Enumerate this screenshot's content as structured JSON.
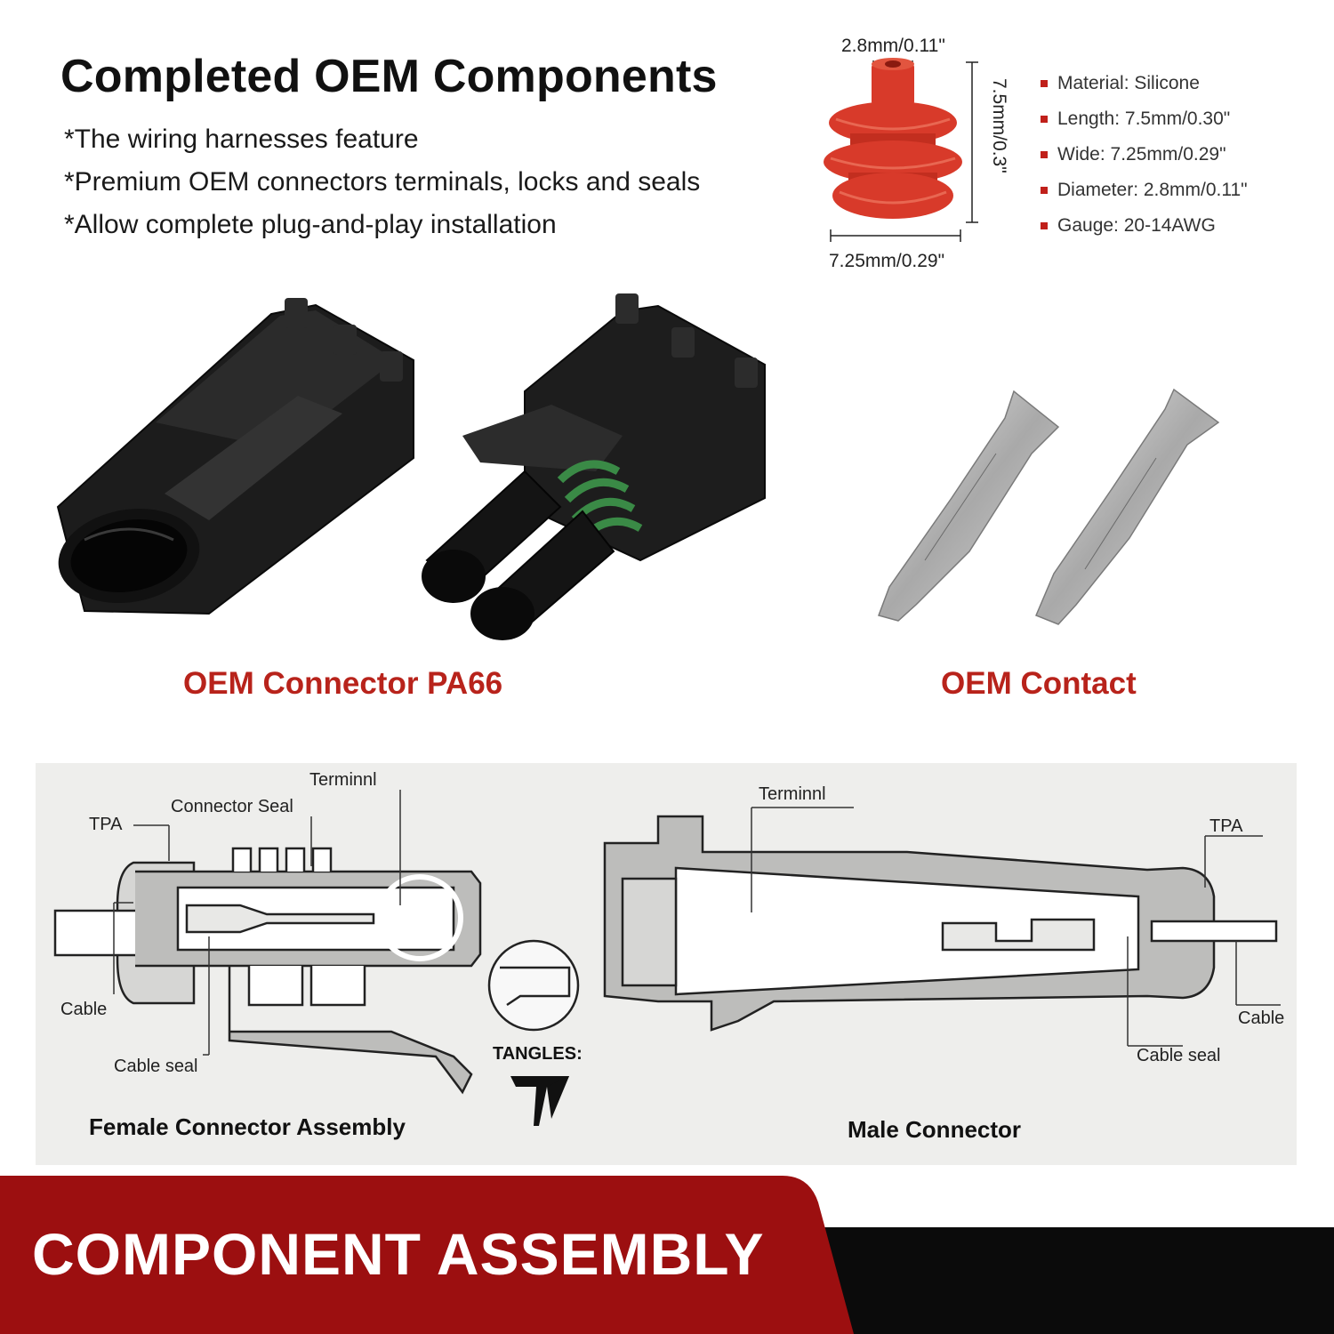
{
  "header": {
    "title": "Completed OEM Components",
    "features": [
      "*The wiring harnesses feature",
      "*Premium OEM connectors terminals, locks and seals",
      "*Allow complete plug-and-play installation"
    ]
  },
  "seal": {
    "top_dim": "2.8mm/0.11\"",
    "side_dim": "7.5mm/0.3\"",
    "bottom_dim": "7.25mm/0.29\"",
    "color": "#d83a2a"
  },
  "specs": [
    "Material: Silicone",
    "Length: 7.5mm/0.30\"",
    "Wide: 7.25mm/0.29\"",
    "Diameter: 2.8mm/0.11\"",
    "Gauge: 20-14AWG"
  ],
  "products": {
    "connector_label": "OEM Connector PA66",
    "contact_label": "OEM Contact",
    "label_color": "#b8231b"
  },
  "diagram": {
    "female": {
      "title": "Female Connector Assembly",
      "terminal": "Terminnl",
      "connector_seal": "Connector Seal",
      "tpa": "TPA",
      "cable": "Cable",
      "cable_seal": "Cable seal"
    },
    "male": {
      "title": "Male Connector",
      "terminal": "Terminnl",
      "tpa": "TPA",
      "cable": "Cable",
      "cable_seal": "Cable seal"
    },
    "brand": "TANGLES:"
  },
  "banner": {
    "text": "COMPONENT ASSEMBLY",
    "red": "#9c0f10",
    "black": "#0b0b0b"
  }
}
